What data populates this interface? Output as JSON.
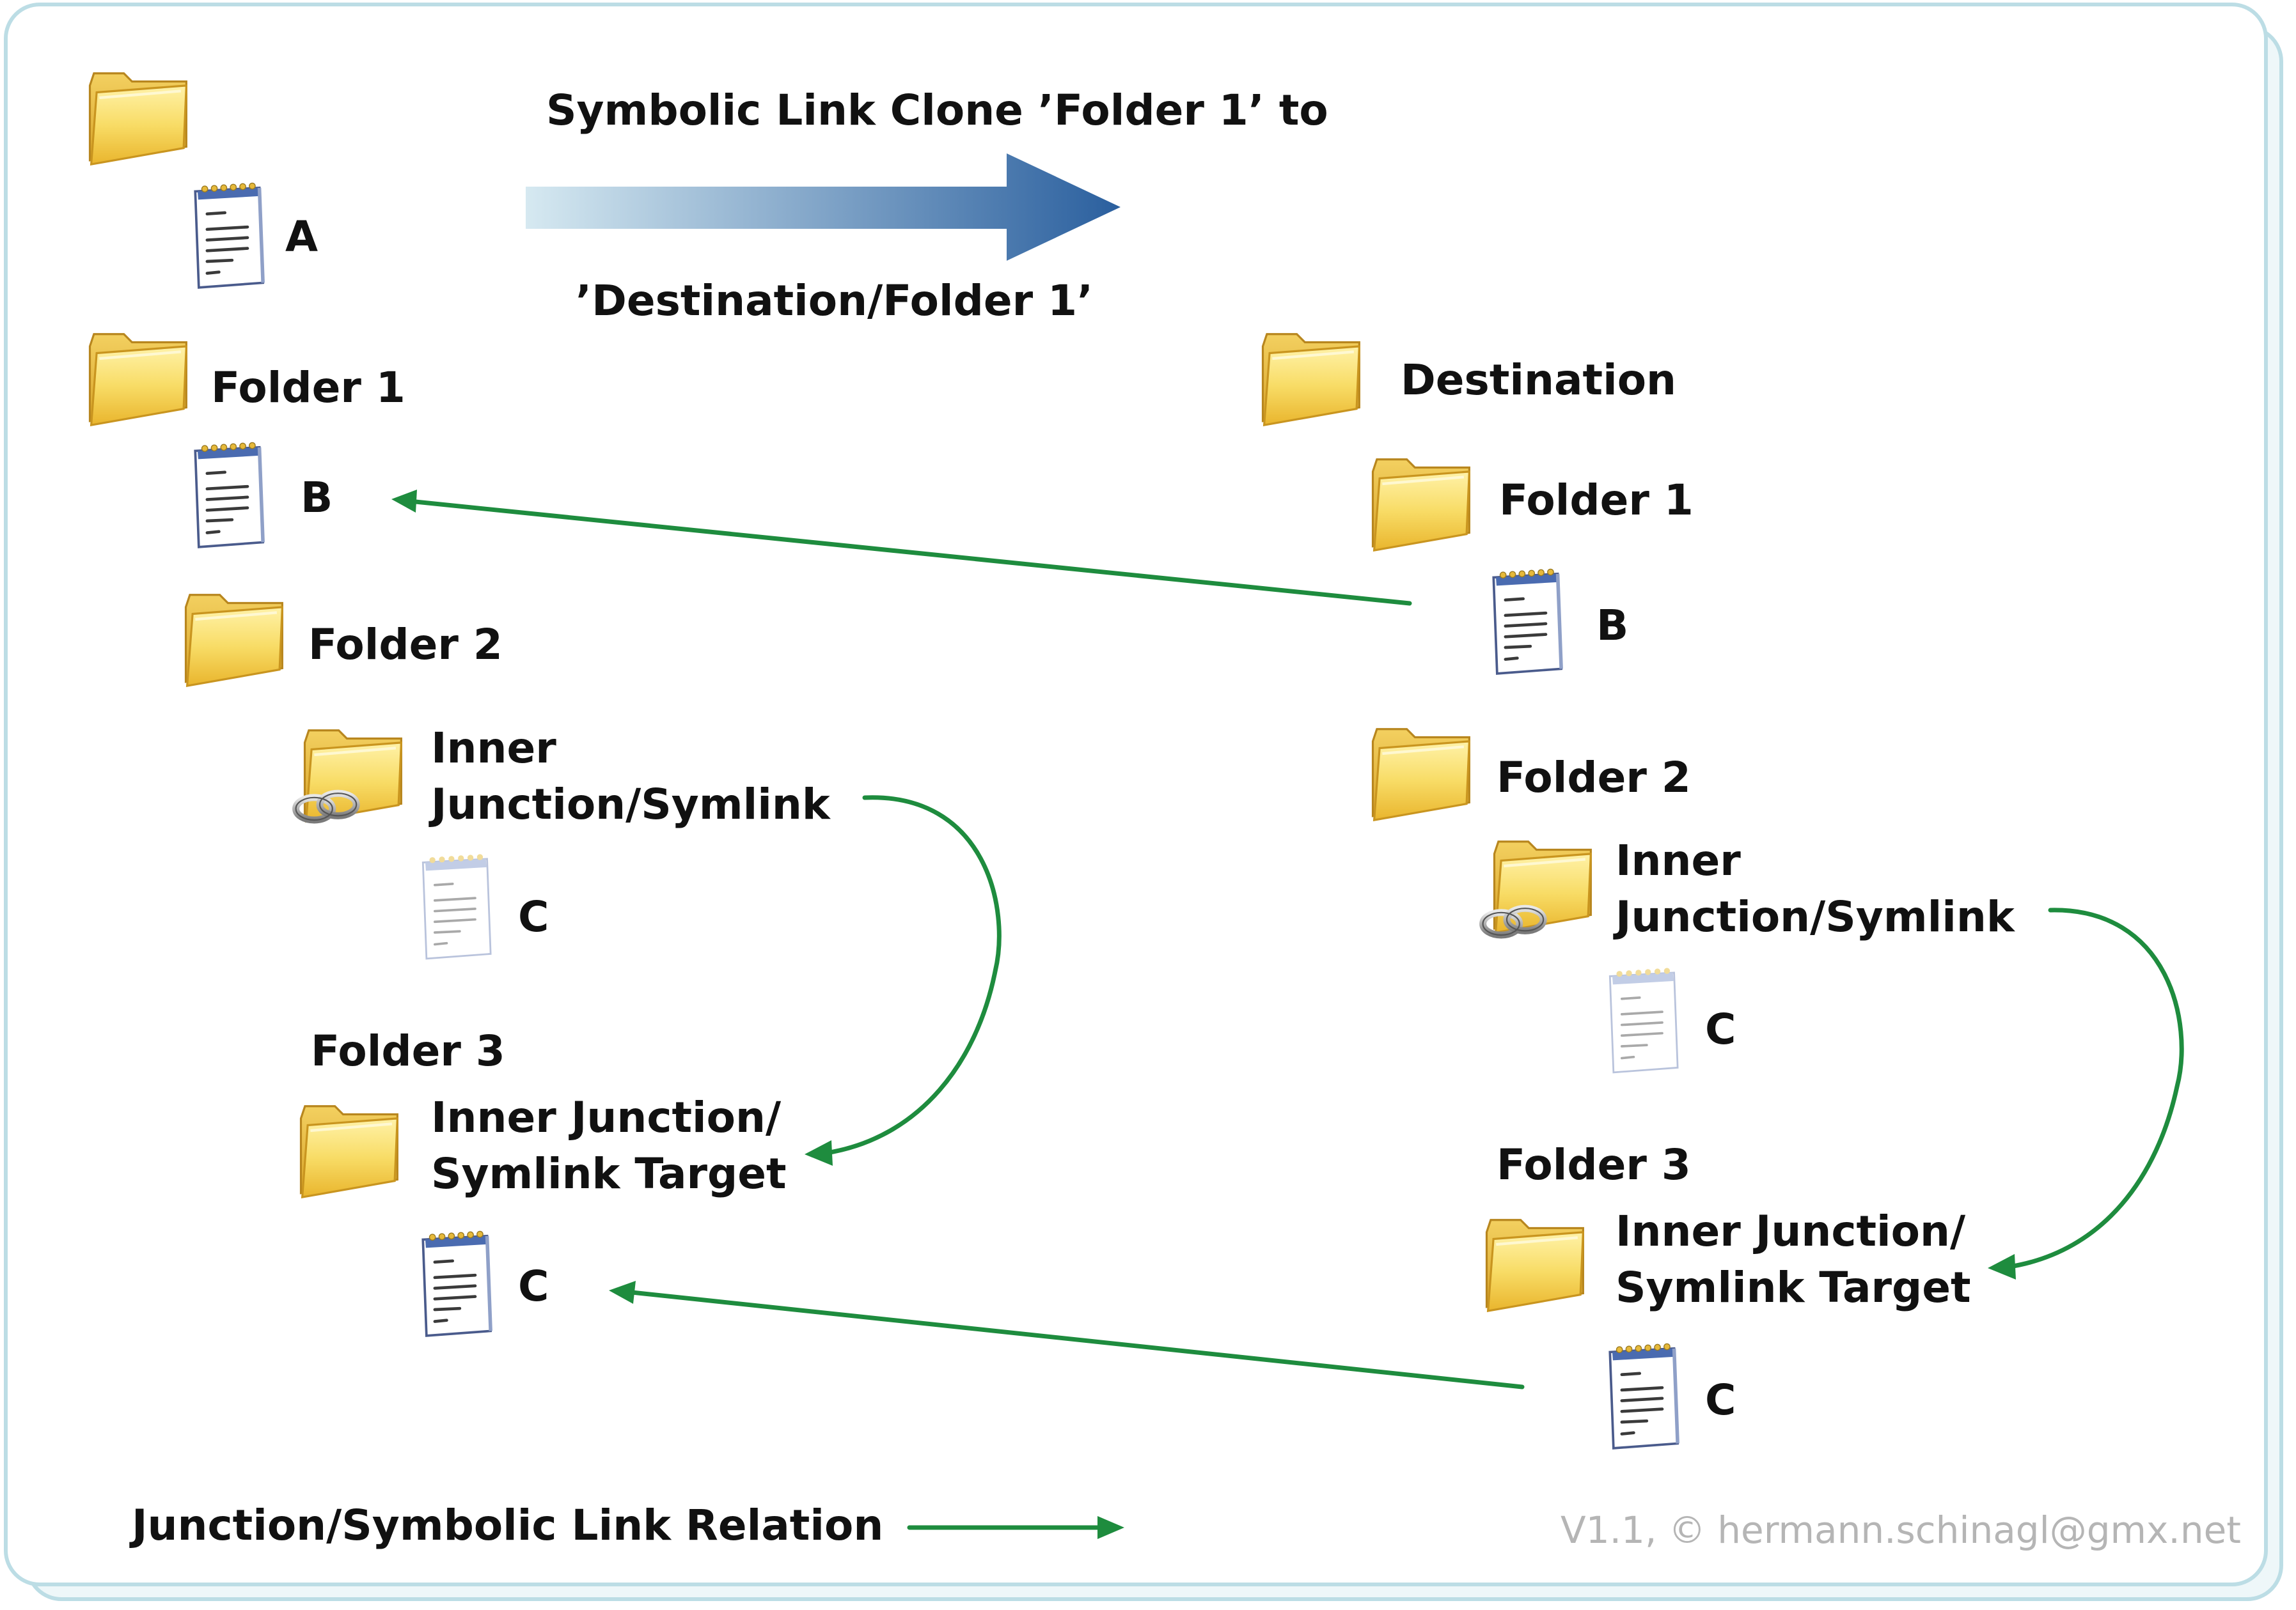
{
  "diagram": {
    "title_line1": "Symbolic Link Clone ’Folder 1’ to",
    "title_line2": "’Destination/Folder 1’",
    "left": {
      "file_a": "A",
      "folder1": "Folder 1",
      "file_b": "B",
      "folder2": "Folder 2",
      "inner_line1": "Inner",
      "inner_line2": "Junction/Symlink",
      "file_c_link": "C",
      "folder3": "Folder 3",
      "target_line1": "Inner Junction/",
      "target_line2": "Symlink Target",
      "file_c": "C"
    },
    "right": {
      "destination": "Destination",
      "folder1": "Folder 1",
      "file_b": "B",
      "folder2": "Folder 2",
      "inner_line1": "Inner",
      "inner_line2": "Junction/Symlink",
      "file_c_link": "C",
      "folder3": "Folder 3",
      "target_line1": "Inner Junction/",
      "target_line2": "Symlink Target",
      "file_c": "C"
    },
    "legend": "Junction/Symbolic Link Relation",
    "footer": "V1.1, © hermann.schinagl@gmx.net"
  },
  "colors": {
    "relation_arrow": "#1e8c3e",
    "big_arrow_start": "#d6e9f1",
    "big_arrow_end": "#2a5f9e",
    "folder": "#f6d55a",
    "frame": "#bcdde5"
  },
  "icons": [
    "folder-icon",
    "notepad-icon",
    "folder-link-icon"
  ]
}
